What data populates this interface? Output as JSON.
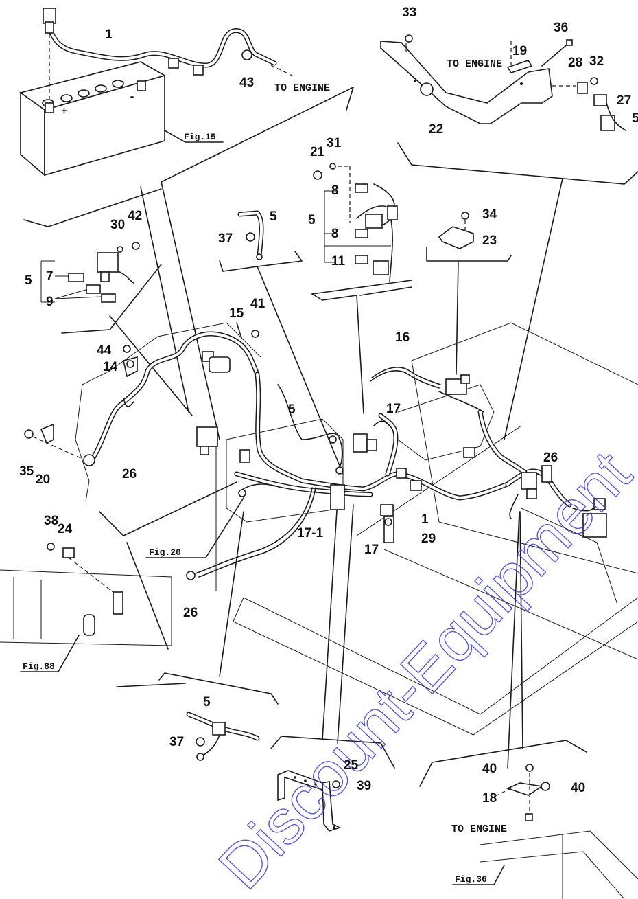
{
  "labels": {
    "n1a": "1",
    "n1b": "1",
    "n5a": "5",
    "n5b": "5",
    "n5c": "5",
    "n5d": "5",
    "n5e": "5",
    "n5f": "5",
    "n7": "7",
    "n8a": "8",
    "n8b": "8",
    "n9": "9",
    "n11": "11",
    "n14": "14",
    "n15": "15",
    "n16": "16",
    "n17a": "17",
    "n17b": "17",
    "n17_1": "17-1",
    "n18": "18",
    "n19": "19",
    "n20": "20",
    "n21": "21",
    "n22": "22",
    "n23": "23",
    "n24": "24",
    "n25": "25",
    "n26a": "26",
    "n26b": "26",
    "n26c": "26",
    "n27": "27",
    "n28": "28",
    "n29": "29",
    "n30": "30",
    "n31": "31",
    "n32": "32",
    "n33": "33",
    "n34": "34",
    "n35": "35",
    "n36": "36",
    "n37a": "37",
    "n37b": "37",
    "n38": "38",
    "n39": "39",
    "n40a": "40",
    "n40b": "40",
    "n41": "41",
    "n42": "42",
    "n43": "43",
    "n44": "44"
  },
  "notes": {
    "to_engine_1": "TO ENGINE",
    "to_engine_2": "TO ENGINE",
    "to_engine_3": "TO ENGINE"
  },
  "figure_refs": {
    "fig15": "Fig.15",
    "fig20": "Fig.20",
    "fig88": "Fig.88",
    "fig36": "Fig.36"
  },
  "watermark": "Discount-Equipment",
  "colors": {
    "line": "#1a1a1a",
    "watermark": "#3a3ad0",
    "background": "#ffffff"
  }
}
